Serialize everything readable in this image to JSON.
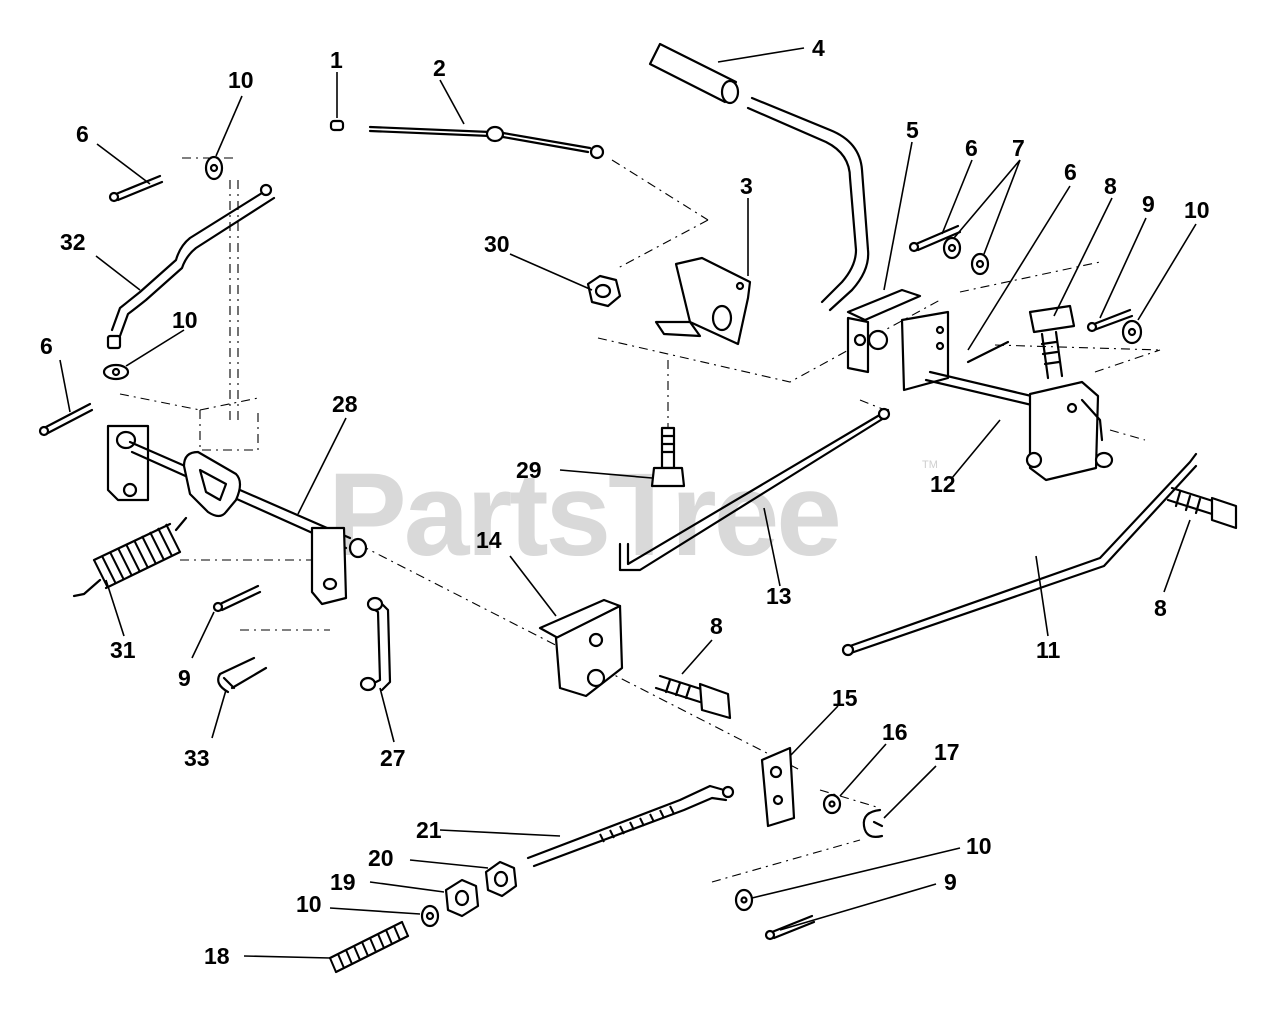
{
  "watermark": {
    "text": "PartsTree",
    "trademark": "TM"
  },
  "callouts": [
    {
      "id": "c1",
      "text": "1"
    },
    {
      "id": "c2",
      "text": "2"
    },
    {
      "id": "c3",
      "text": "3"
    },
    {
      "id": "c4",
      "text": "4"
    },
    {
      "id": "c5",
      "text": "5"
    },
    {
      "id": "c6a",
      "text": "6"
    },
    {
      "id": "c6b",
      "text": "6"
    },
    {
      "id": "c6c",
      "text": "6"
    },
    {
      "id": "c6d",
      "text": "6"
    },
    {
      "id": "c7",
      "text": "7"
    },
    {
      "id": "c8a",
      "text": "8"
    },
    {
      "id": "c8b",
      "text": "8"
    },
    {
      "id": "c8c",
      "text": "8"
    },
    {
      "id": "c9a",
      "text": "9"
    },
    {
      "id": "c9b",
      "text": "9"
    },
    {
      "id": "c9c",
      "text": "9"
    },
    {
      "id": "c10a",
      "text": "10"
    },
    {
      "id": "c10b",
      "text": "10"
    },
    {
      "id": "c10c",
      "text": "10"
    },
    {
      "id": "c10d",
      "text": "10"
    },
    {
      "id": "c10e",
      "text": "10"
    },
    {
      "id": "c11",
      "text": "11"
    },
    {
      "id": "c12",
      "text": "12"
    },
    {
      "id": "c13",
      "text": "13"
    },
    {
      "id": "c14",
      "text": "14"
    },
    {
      "id": "c15",
      "text": "15"
    },
    {
      "id": "c16",
      "text": "16"
    },
    {
      "id": "c17",
      "text": "17"
    },
    {
      "id": "c18",
      "text": "18"
    },
    {
      "id": "c19",
      "text": "19"
    },
    {
      "id": "c20",
      "text": "20"
    },
    {
      "id": "c21",
      "text": "21"
    },
    {
      "id": "c27",
      "text": "27"
    },
    {
      "id": "c28",
      "text": "28"
    },
    {
      "id": "c29",
      "text": "29"
    },
    {
      "id": "c30",
      "text": "30"
    },
    {
      "id": "c31",
      "text": "31"
    },
    {
      "id": "c32",
      "text": "32"
    },
    {
      "id": "c33",
      "text": "33"
    }
  ]
}
